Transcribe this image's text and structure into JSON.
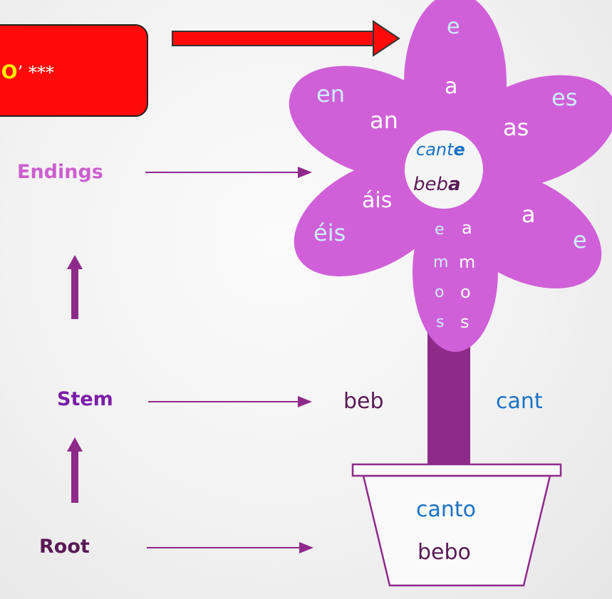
{
  "callout": {
    "prefix": "‘",
    "letter": "O",
    "suffix": "’ ***"
  },
  "labels": {
    "endings": "Endings",
    "stem": "Stem",
    "root": "Root"
  },
  "flower": {
    "outer_endings": [
      "e",
      "es",
      "e",
      "éis",
      "en"
    ],
    "inner_endings": [
      "a",
      "as",
      "a",
      "áis",
      "an"
    ],
    "bottom_left_column": [
      "e",
      "m",
      "o",
      "s"
    ],
    "bottom_right_column": [
      "a",
      "m",
      "o",
      "s"
    ],
    "center_top": "cant",
    "center_top_end": "e",
    "center_bottom": "beb",
    "center_bottom_end": "a"
  },
  "stems": {
    "left": "beb",
    "right": "cant"
  },
  "pot": {
    "word_top": "canto",
    "word_bottom": "bebo"
  },
  "colors": {
    "petal": "#d060d8",
    "stem": "#8e2a8a",
    "label_pink": "#cc5fd0",
    "label_purple": "#7a1ea8",
    "blue": "#1b72c4",
    "dark_purple": "#5a1a55",
    "callout_red": "#ff0a0a",
    "callout_yellow": "#ffee00"
  }
}
